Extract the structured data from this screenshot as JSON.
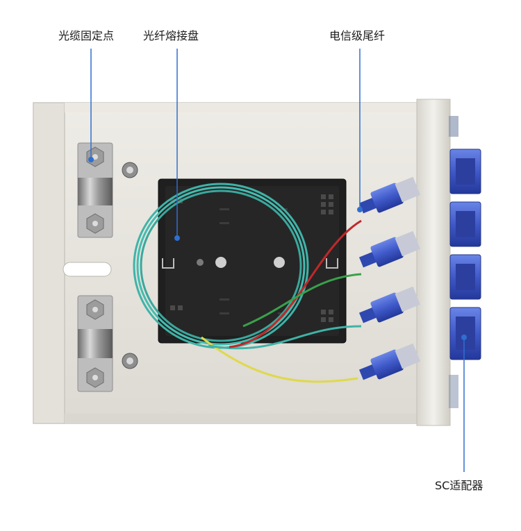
{
  "labels": {
    "cable_fix_point": "光缆固定点",
    "splice_tray": "光纤熔接盘",
    "pigtail": "电信级尾纤",
    "sc_adapter": "SC适配器"
  },
  "colors": {
    "callout_line": "#2f6fd0",
    "callout_dot": "#2f6fd0",
    "panel": "#e6e4dc",
    "tray": "#1f1f1f",
    "fiber_cyan": "#3fb3a8",
    "fiber_yellow": "#e0d84a",
    "fiber_red": "#c0282a",
    "fiber_green": "#3aa04a",
    "connector_blue": "#3f59c9",
    "label_text": "#1a1a1a"
  },
  "connectors": [
    {
      "index": 1
    },
    {
      "index": 2
    },
    {
      "index": 3
    },
    {
      "index": 4
    }
  ],
  "adapters": [
    {
      "index": 1
    },
    {
      "index": 2
    },
    {
      "index": 3
    },
    {
      "index": 4
    }
  ]
}
